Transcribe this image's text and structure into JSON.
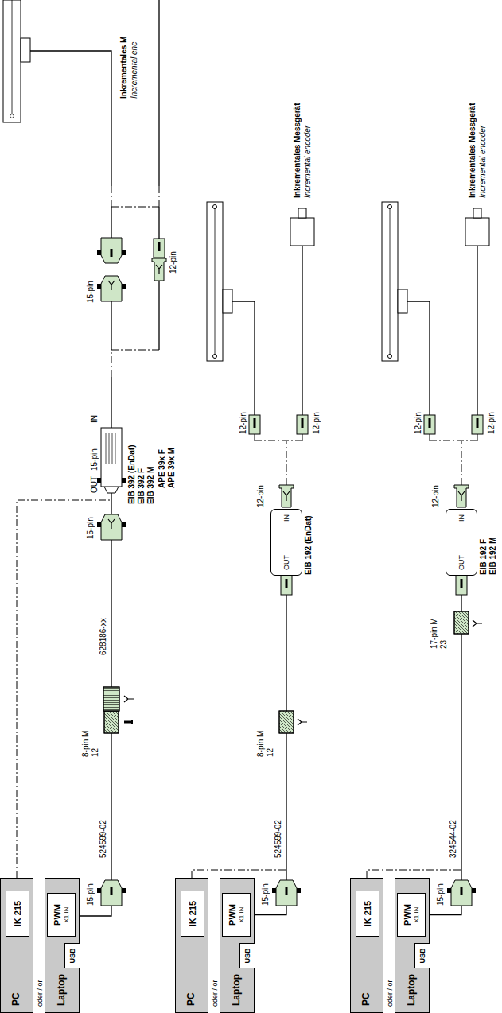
{
  "diagram": {
    "nodes": [
      {
        "text": [
          "PC"
        ]
      },
      {
        "text": [
          "IK 215"
        ],
        "in": 0
      },
      {
        "text": [
          "Laptop"
        ]
      },
      {
        "text": [
          "PWM",
          "X1 IN"
        ],
        "in": 2
      },
      {
        "text": [
          "USB"
        ],
        "in": 2
      },
      {
        "text": [
          "PC"
        ]
      },
      {
        "text": [
          "IK 215"
        ],
        "in": 5
      },
      {
        "text": [
          "Laptop"
        ]
      },
      {
        "text": [
          "PWM",
          "X1 IN"
        ],
        "in": 7
      },
      {
        "text": [
          "USB"
        ],
        "in": 7
      },
      {
        "text": [
          "OUT",
          "IN",
          "EIB 192 (EnDat)"
        ]
      },
      {
        "text": [
          "PC"
        ]
      },
      {
        "text": [
          "IK 215"
        ],
        "in": 11
      },
      {
        "text": [
          "Laptop"
        ]
      },
      {
        "text": [
          "PWM",
          "X1 IN"
        ],
        "in": 13
      },
      {
        "text": [
          "USB"
        ],
        "in": 13
      },
      {
        "text": [
          "OUT",
          "IN",
          "EIB 192 F",
          "EIB 192 M"
        ]
      }
    ],
    "edges": [
      {
        "from": 8,
        "to": 10,
        "arrow": "none"
      },
      {
        "from": 14,
        "to": 16,
        "arrow": "none"
      }
    ],
    "labels": [
      "oder / or",
      "15-pin",
      "524599-02",
      "8-pin M 12",
      "628186-xx",
      "15-pin",
      "OUT",
      "15-pin",
      "IN",
      "EIB 392 (EnDat)",
      "EIB 392 F",
      "EIB 392 M",
      "APE 39x F",
      "APE 39x M",
      "15-pin",
      "12-pin",
      "Inkrementales M",
      "Incremental enc",
      "oder / or",
      "15-pin",
      "524599-02",
      "8-pin M 12",
      "12-pin",
      "12-pin",
      "12-pin",
      "Inkrementales Messgerät",
      "Incremental encoder",
      "oder / or",
      "15-pin",
      "324544-02",
      "17-pin M 23",
      "12-pin",
      "12-pin",
      "12-pin",
      "Inkrementales Messgerät",
      "Incremental encoder"
    ]
  }
}
